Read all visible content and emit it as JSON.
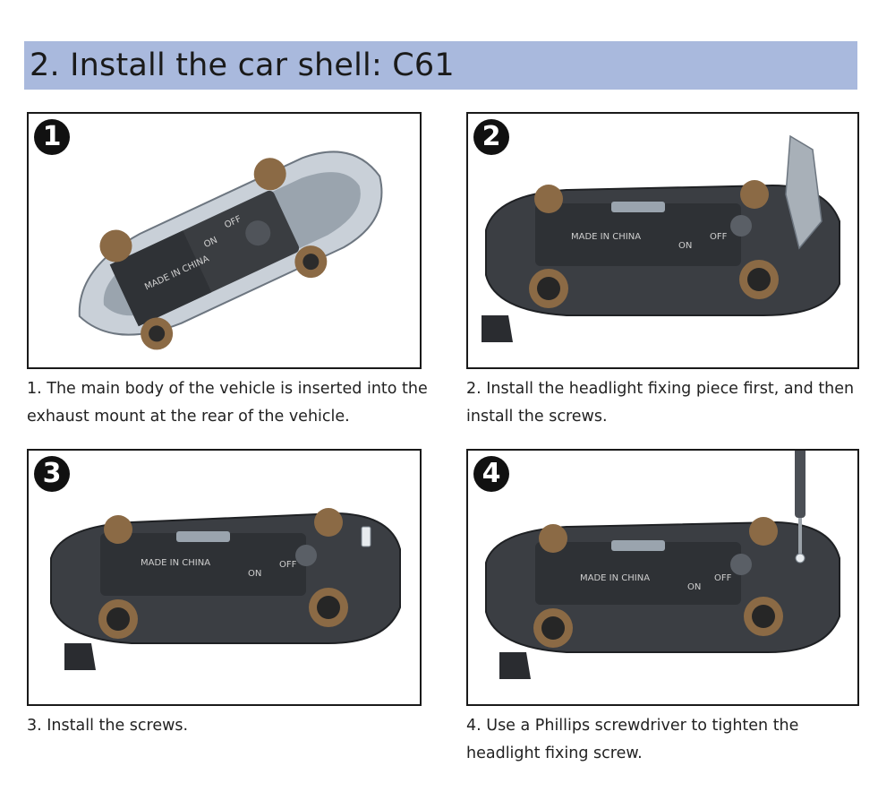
{
  "header": {
    "title": "2. Install the car shell: C61"
  },
  "steps": [
    {
      "number": "1",
      "caption": "1. The main body of the vehicle is inserted into the exhaust mount at the rear of the vehicle."
    },
    {
      "number": "2",
      "caption": "2. Install the headlight fixing piece first, and then install the screws."
    },
    {
      "number": "3",
      "caption": "3. Install the screws."
    },
    {
      "number": "4",
      "caption": "4. Use a Phillips screwdriver to tighten the headlight fixing screw."
    }
  ],
  "chassis_labels": {
    "made_in": "MADE IN CHINA",
    "on": "ON",
    "off": "OFF"
  }
}
